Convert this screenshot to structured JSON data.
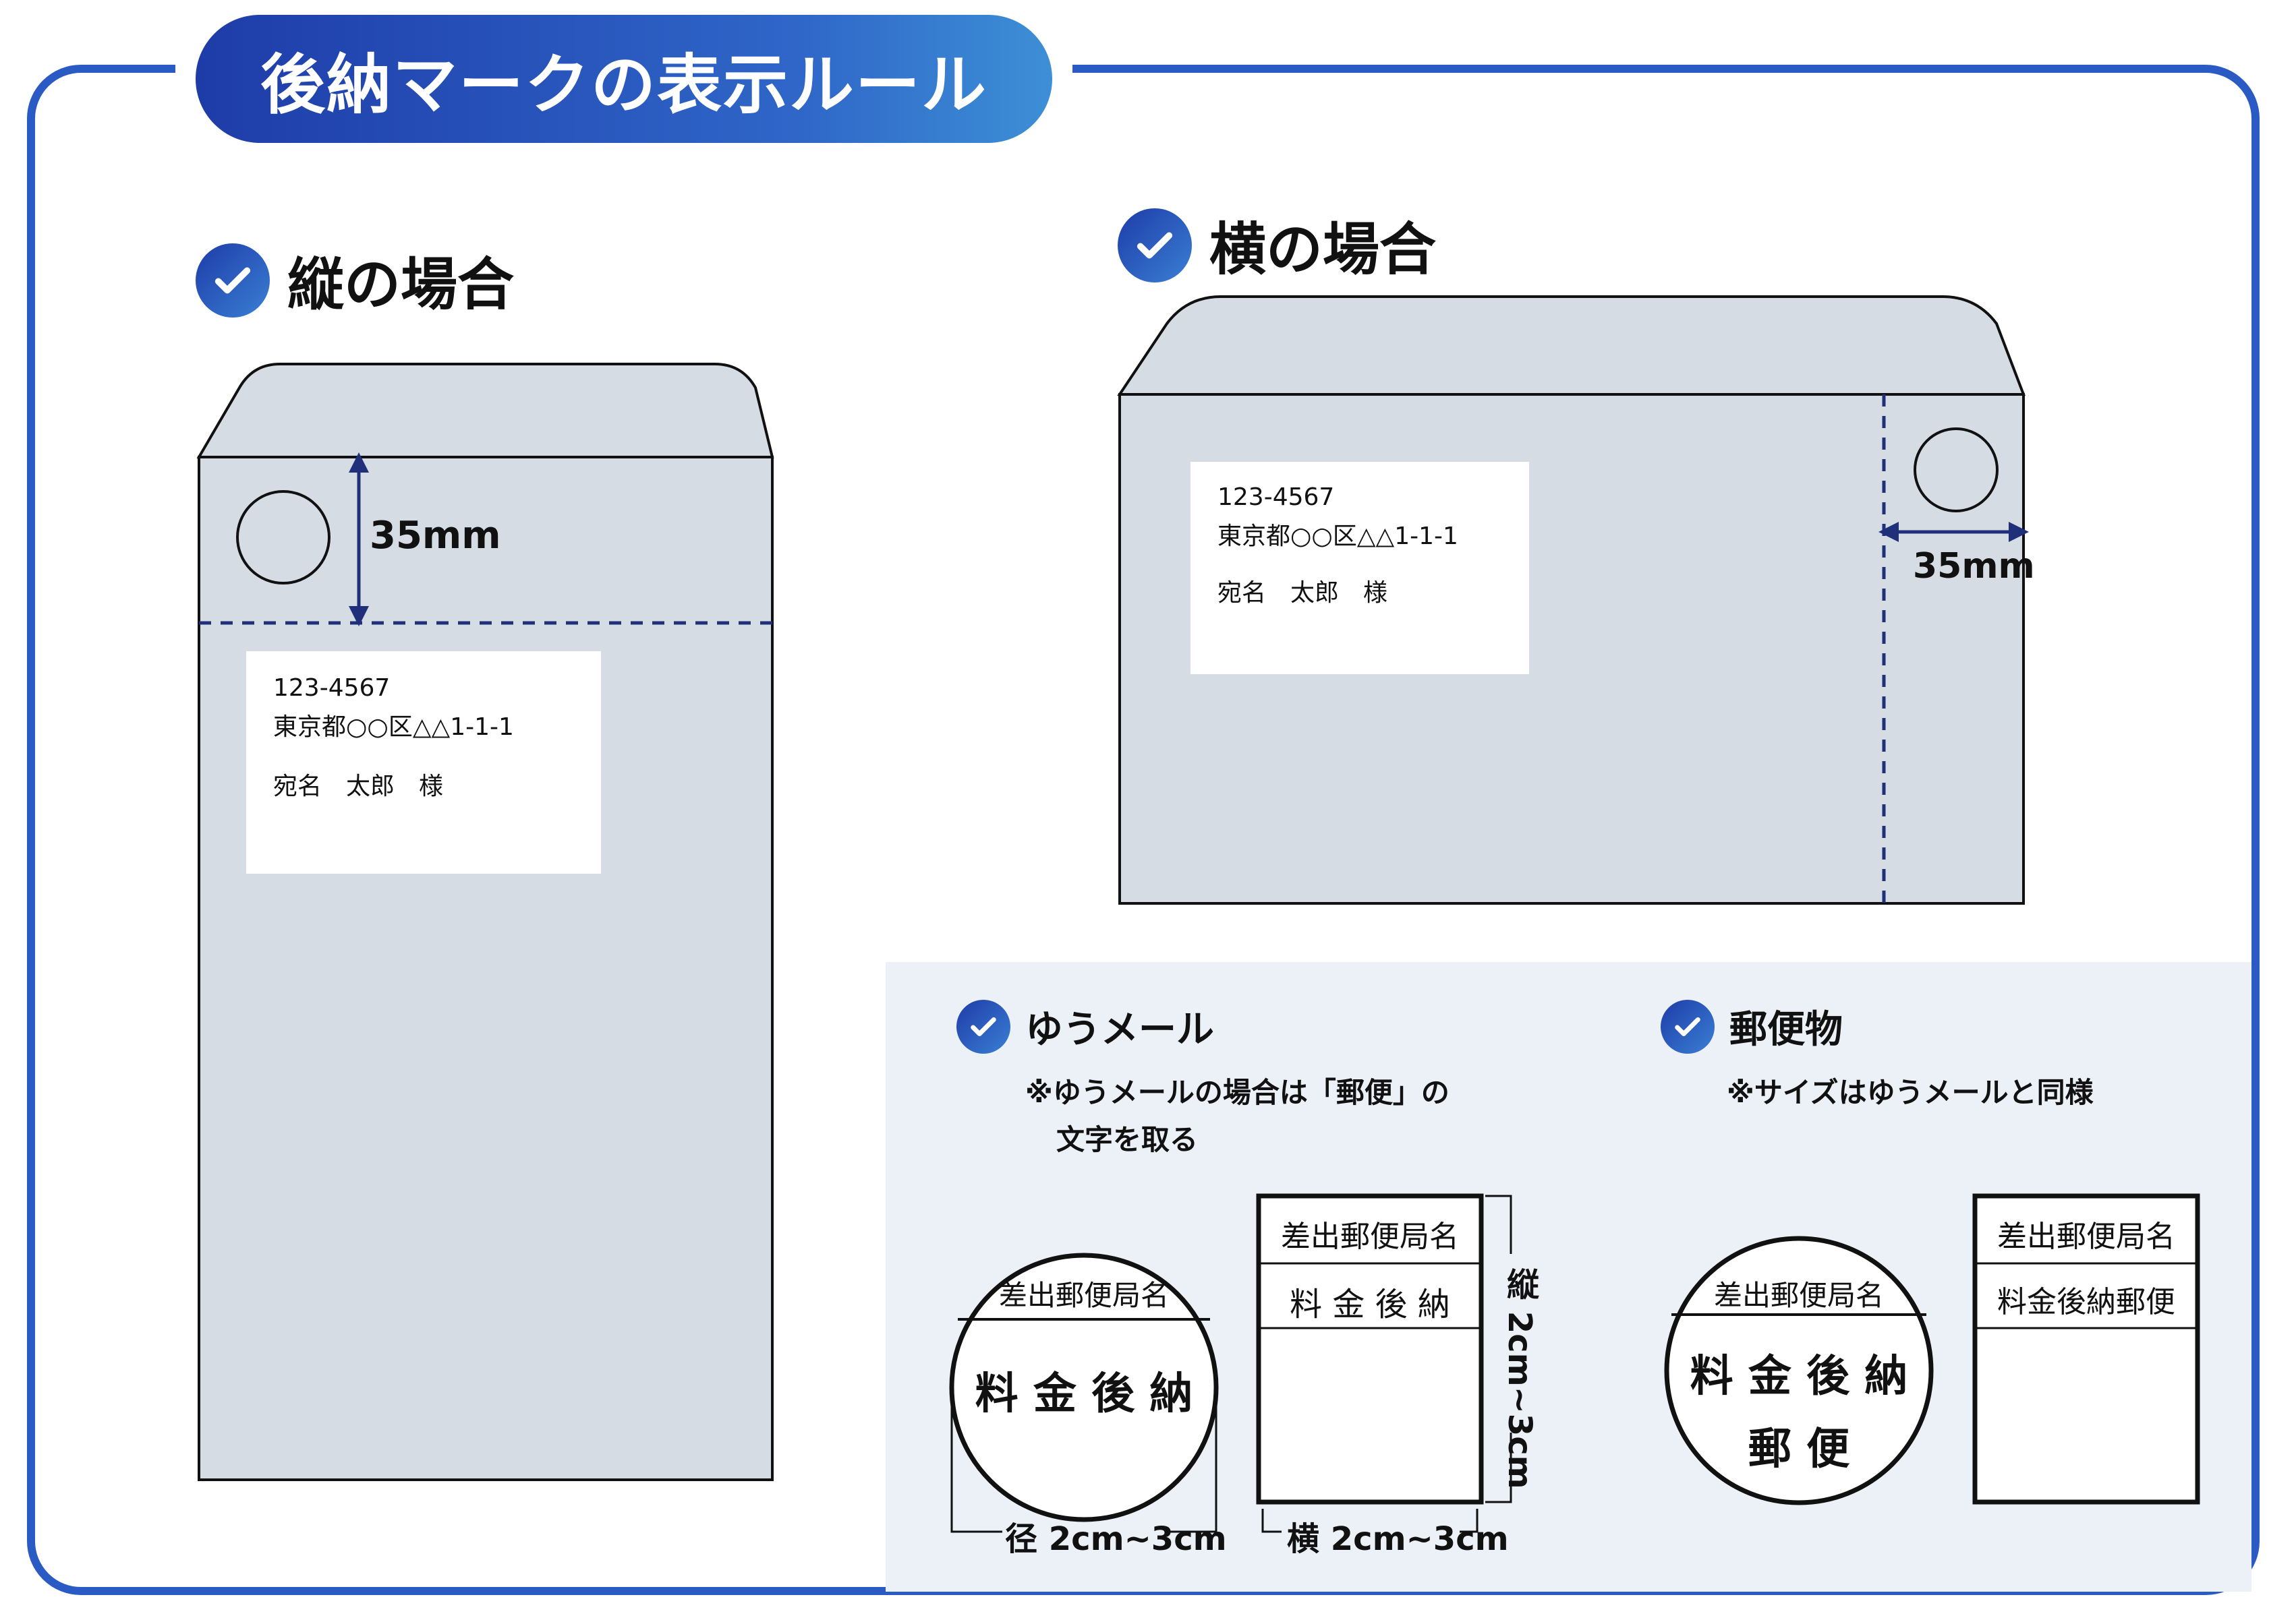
{
  "title": "後納マークの表示ルール",
  "vertical": {
    "heading": "縦の場合",
    "dimension": "35mm",
    "address": {
      "postal": "123-4567",
      "line": "東京都○○区△△1-1-1",
      "name": "宛名　太郎　様"
    }
  },
  "horizontal": {
    "heading": "横の場合",
    "dimension": "35mm",
    "address": {
      "postal": "123-4567",
      "line": "東京都○○区△△1-1-1",
      "name": "宛名　太郎　様"
    }
  },
  "yumail": {
    "heading": "ゆうメール",
    "note_line1": "※ゆうメールの場合は「郵便」の",
    "note_line2": "文字を取る",
    "circle": {
      "office": "差出郵便局名",
      "text": "料 金 後 納"
    },
    "square": {
      "office": "差出郵便局名",
      "text": "料 金 後 納"
    },
    "dim_diameter": "径 2cm~3cm",
    "dim_width": "横 2cm~3cm",
    "dim_height": "縦 2cm~3cm"
  },
  "mail": {
    "heading": "郵便物",
    "note": "※サイズはゆうメールと同様",
    "circle": {
      "office": "差出郵便局名",
      "text_line1": "料 金 後 納",
      "text_line2": "郵 便"
    },
    "square": {
      "office": "差出郵便局名",
      "text": "料金後納郵便"
    }
  },
  "colors": {
    "accent": "#2a5bc4",
    "envelope": "#d6dce3",
    "panel": "#ecf1f7",
    "arrow": "#1f2f7a"
  },
  "icons": [
    "check-circle-icon"
  ]
}
